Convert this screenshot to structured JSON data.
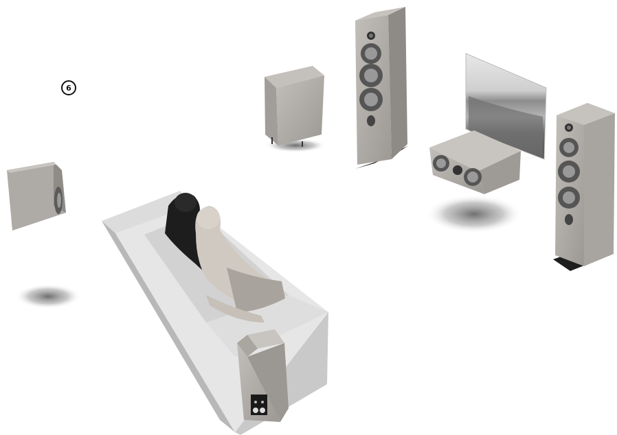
{
  "diagram": {
    "marker_label": "6",
    "palette": {
      "wood_light": "#b9b5b0",
      "wood_mid": "#9e9a95",
      "wood_dark": "#7e7a75",
      "driver_ring": "#5a5a5a",
      "driver_cone": "#8a8a8a",
      "sofa_top": "#e4e4e4",
      "sofa_front": "#cfcfcf",
      "sofa_side": "#bdbdbd",
      "shadow": "#6f6f6f",
      "stand_base": "#1e1e1e"
    },
    "components": [
      {
        "name": "surround-back-speaker"
      },
      {
        "name": "subwoofer"
      },
      {
        "name": "front-left-tower-speaker"
      },
      {
        "name": "center-channel-speaker"
      },
      {
        "name": "projection-screen"
      },
      {
        "name": "front-right-tower-speaker"
      },
      {
        "name": "surround-speaker-on-sofa"
      },
      {
        "name": "sofa"
      },
      {
        "name": "listeners"
      }
    ]
  }
}
